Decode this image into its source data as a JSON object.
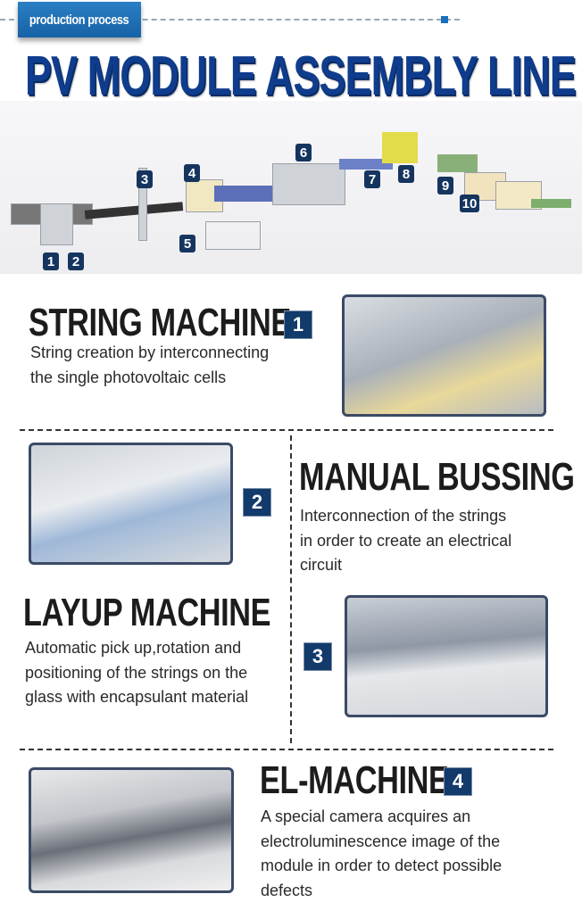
{
  "header": {
    "tab_label": "production process",
    "title": "PV MODULE ASSEMBLY LINE"
  },
  "diagram": {
    "station_numbers": [
      "1",
      "2",
      "3",
      "4",
      "5",
      "6",
      "7",
      "8",
      "9",
      "10"
    ]
  },
  "sections": [
    {
      "number": "1",
      "title": "STRING MACHINE",
      "description": [
        "String creation by interconnecting",
        "the single photovoltaic cells"
      ]
    },
    {
      "number": "2",
      "title": "MANUAL BUSSING",
      "description": [
        "Interconnection of the strings",
        "in order to create an electrical",
        "circuit"
      ]
    },
    {
      "number": "3",
      "title": "LAYUP MACHINE",
      "description": [
        "Automatic pick up,rotation and",
        "positioning of the strings on the",
        "glass with encapsulant material"
      ]
    },
    {
      "number": "4",
      "title": "EL-MACHINE",
      "description": [
        "A special camera acquires an",
        "electroluminescence image of the",
        "module in order to detect possible",
        "defects"
      ]
    }
  ],
  "colors": {
    "tab": "#1a6fb5",
    "title": "#0f3c8c",
    "badge": "#123a6b"
  }
}
